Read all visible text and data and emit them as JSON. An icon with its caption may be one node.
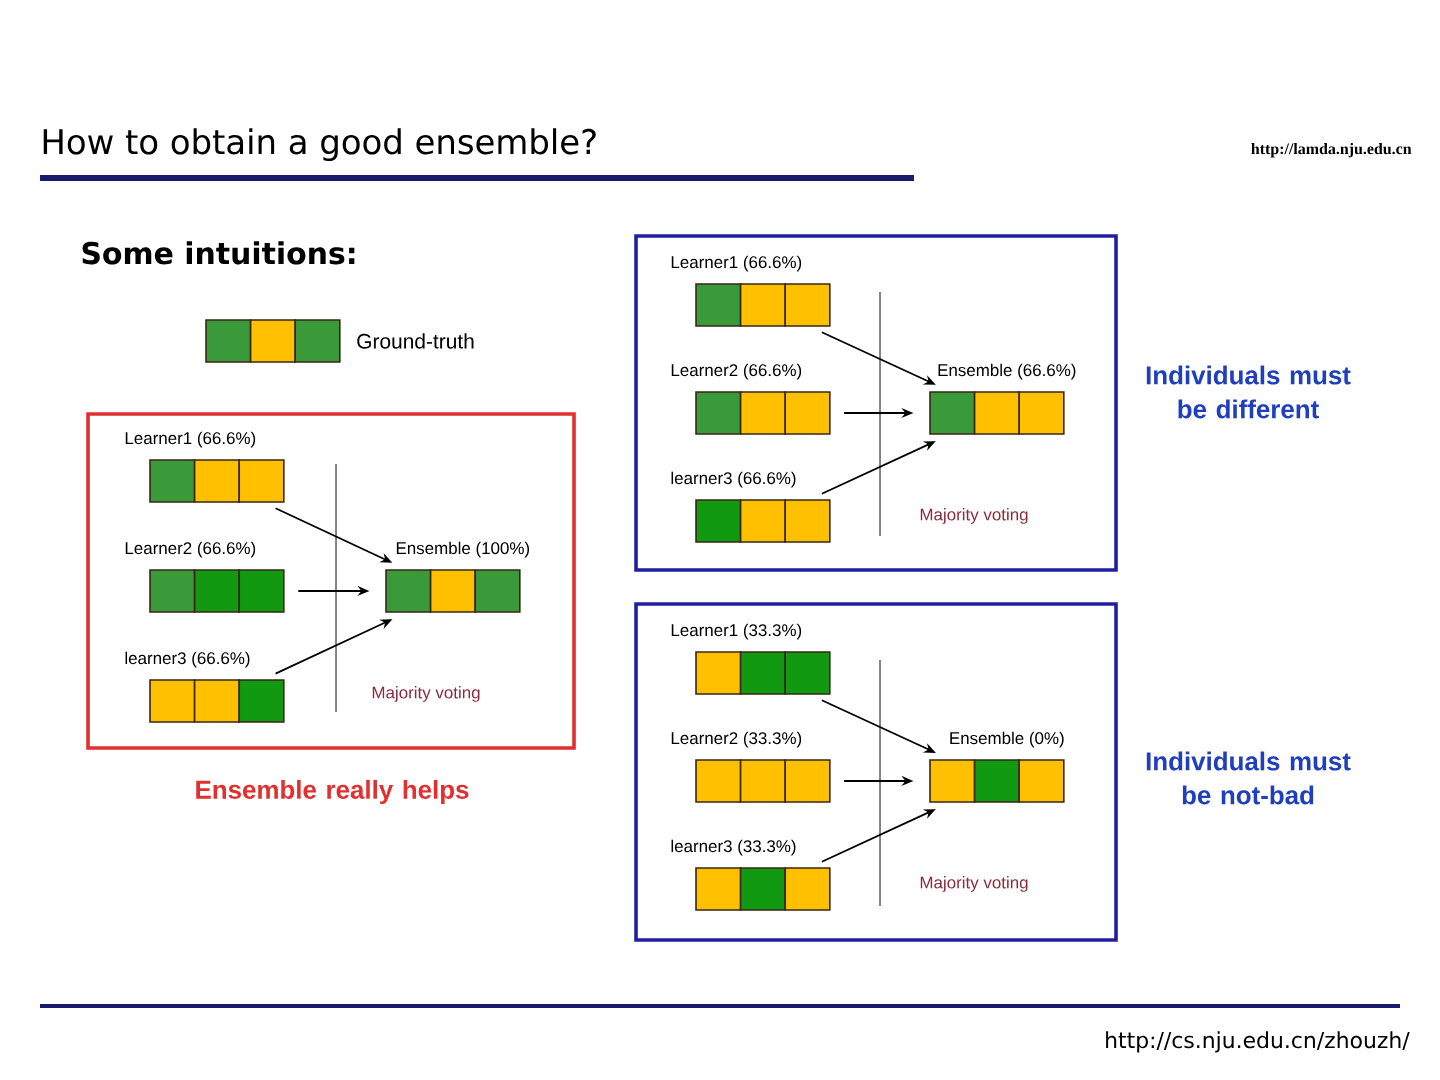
{
  "diagram": {
    "title": "How to obtain a good ensemble?",
    "nodes": [
      {
        "text": [],
        "shape": "bar",
        "beside": [
          "Ground-truth"
        ]
      },
      {
        "text": [
          "Ensemble really helps"
        ]
      },
      {
        "text": [
          "Learner1 (66.6%)"
        ],
        "in": 1
      },
      {
        "text": [
          "Learner2 (66.6%)"
        ],
        "in": 1
      },
      {
        "text": [
          "learner3 (66.6%)"
        ],
        "in": 1
      },
      {
        "text": [
          "Ensemble (100%)"
        ],
        "in": 1
      },
      {
        "text": [
          "Individuals must be different"
        ]
      },
      {
        "text": [
          "Learner1 (66.6%)"
        ],
        "in": 6
      },
      {
        "text": [
          "Learner2 (66.6%)"
        ],
        "in": 6
      },
      {
        "text": [
          "learner3 (66.6%)"
        ],
        "in": 6
      },
      {
        "text": [
          "Ensemble (66.6%)"
        ],
        "in": 6
      },
      {
        "text": [
          "Individuals must be not-bad"
        ]
      },
      {
        "text": [
          "Learner1 (33.3%)"
        ],
        "in": 11
      },
      {
        "text": [
          "Learner2 (33.3%)"
        ],
        "in": 11
      },
      {
        "text": [
          "learner3 (33.3%)"
        ],
        "in": 11
      },
      {
        "text": [
          "Ensemble (0%)"
        ],
        "in": 11
      }
    ],
    "edges": [
      {
        "from": 2,
        "to": 5,
        "arrow": "to"
      },
      {
        "from": 3,
        "to": 5,
        "arrow": "to"
      },
      {
        "from": 4,
        "to": 5,
        "arrow": "to"
      },
      {
        "from": 7,
        "to": 10,
        "arrow": "to"
      },
      {
        "from": 8,
        "to": 10,
        "arrow": "to"
      },
      {
        "from": 9,
        "to": 10,
        "arrow": "to"
      },
      {
        "from": 12,
        "to": 15,
        "arrow": "to"
      },
      {
        "from": 13,
        "to": 15,
        "arrow": "to"
      },
      {
        "from": 14,
        "to": 15,
        "arrow": "to"
      }
    ],
    "labels": [
      "http://lamda.nju.edu.cn",
      "Some intuitions:",
      "Majority voting",
      "Majority voting",
      "Majority voting",
      "http://cs.nju.edu.cn/zhouzh/"
    ]
  }
}
